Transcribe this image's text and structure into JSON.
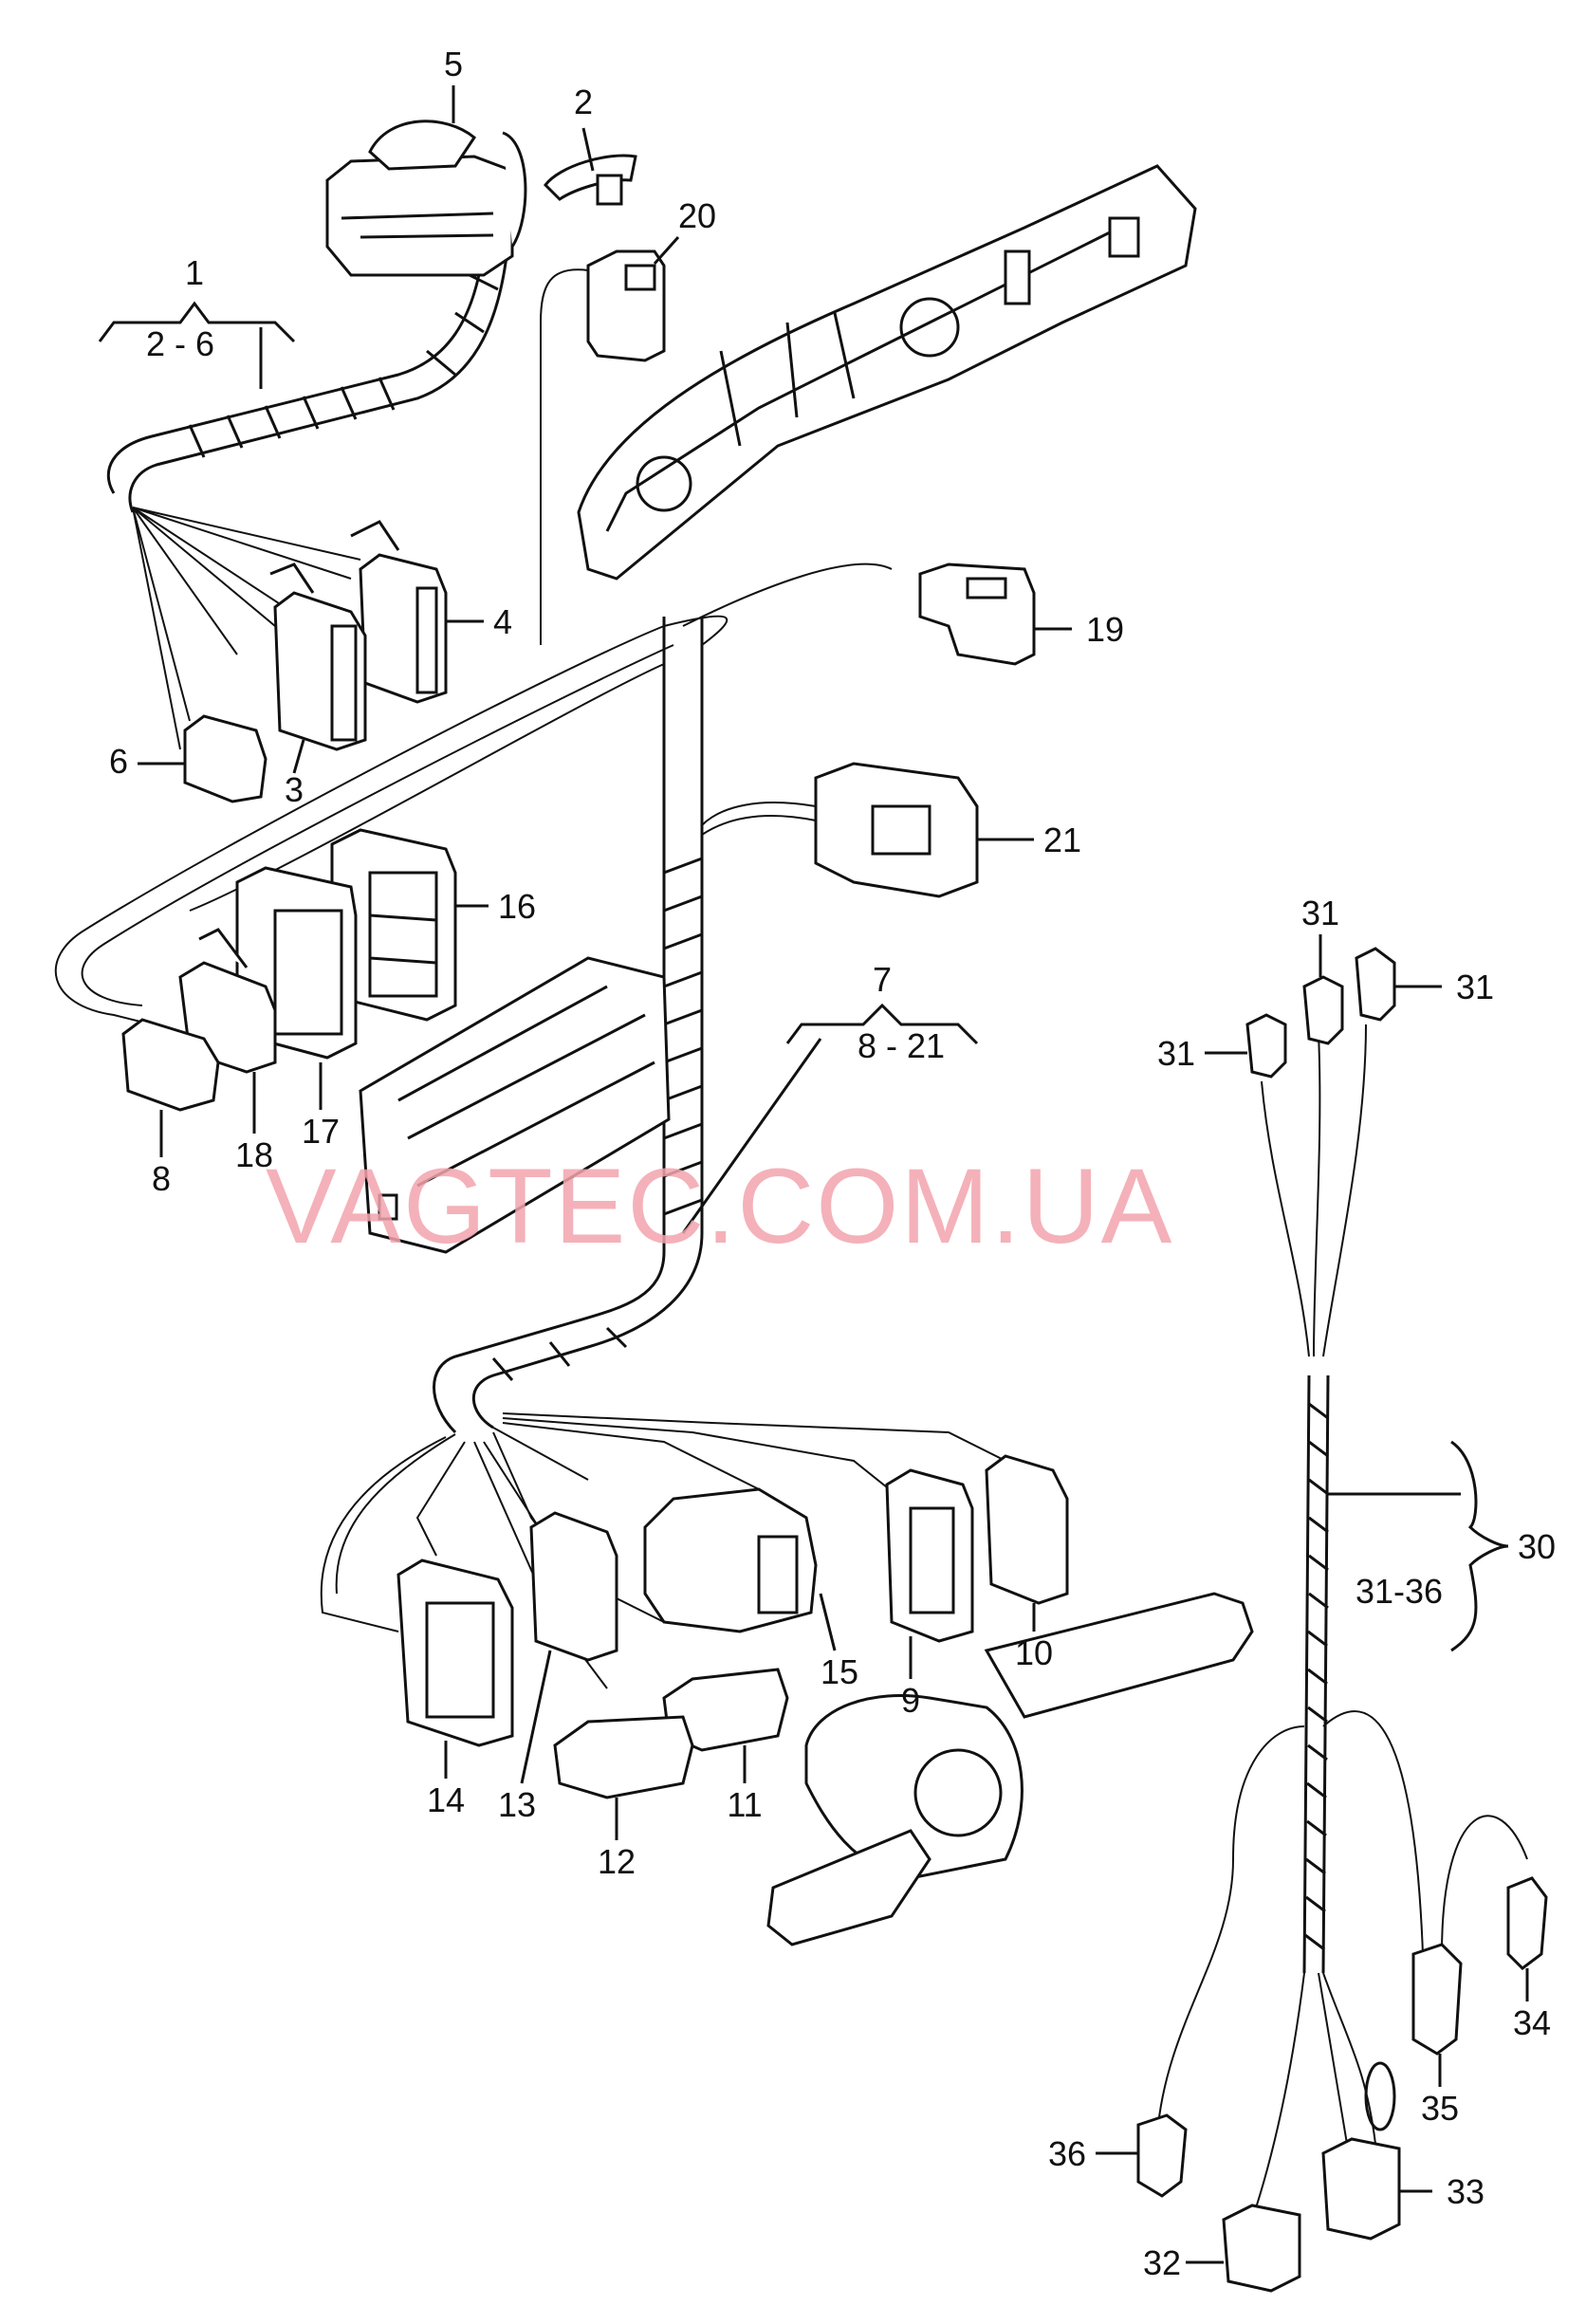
{
  "watermark": "VAGTEC.COM.UA",
  "labels": {
    "l1": "1",
    "l1_range": "2 - 6",
    "l2": "2",
    "l3": "3",
    "l4": "4",
    "l5": "5",
    "l6": "6",
    "l7": "7",
    "l7_range": "8 - 21",
    "l8": "8",
    "l9": "9",
    "l10": "10",
    "l11": "11",
    "l12": "12",
    "l13": "13",
    "l14": "14",
    "l15": "15",
    "l16": "16",
    "l17": "17",
    "l18": "18",
    "l19": "19",
    "l20": "20",
    "l21": "21",
    "l30": "30",
    "l30_range": "31-36",
    "l31a": "31",
    "l31b": "31",
    "l31c": "31",
    "l32": "32",
    "l33": "33",
    "l34": "34",
    "l35": "35",
    "l36": "36"
  }
}
